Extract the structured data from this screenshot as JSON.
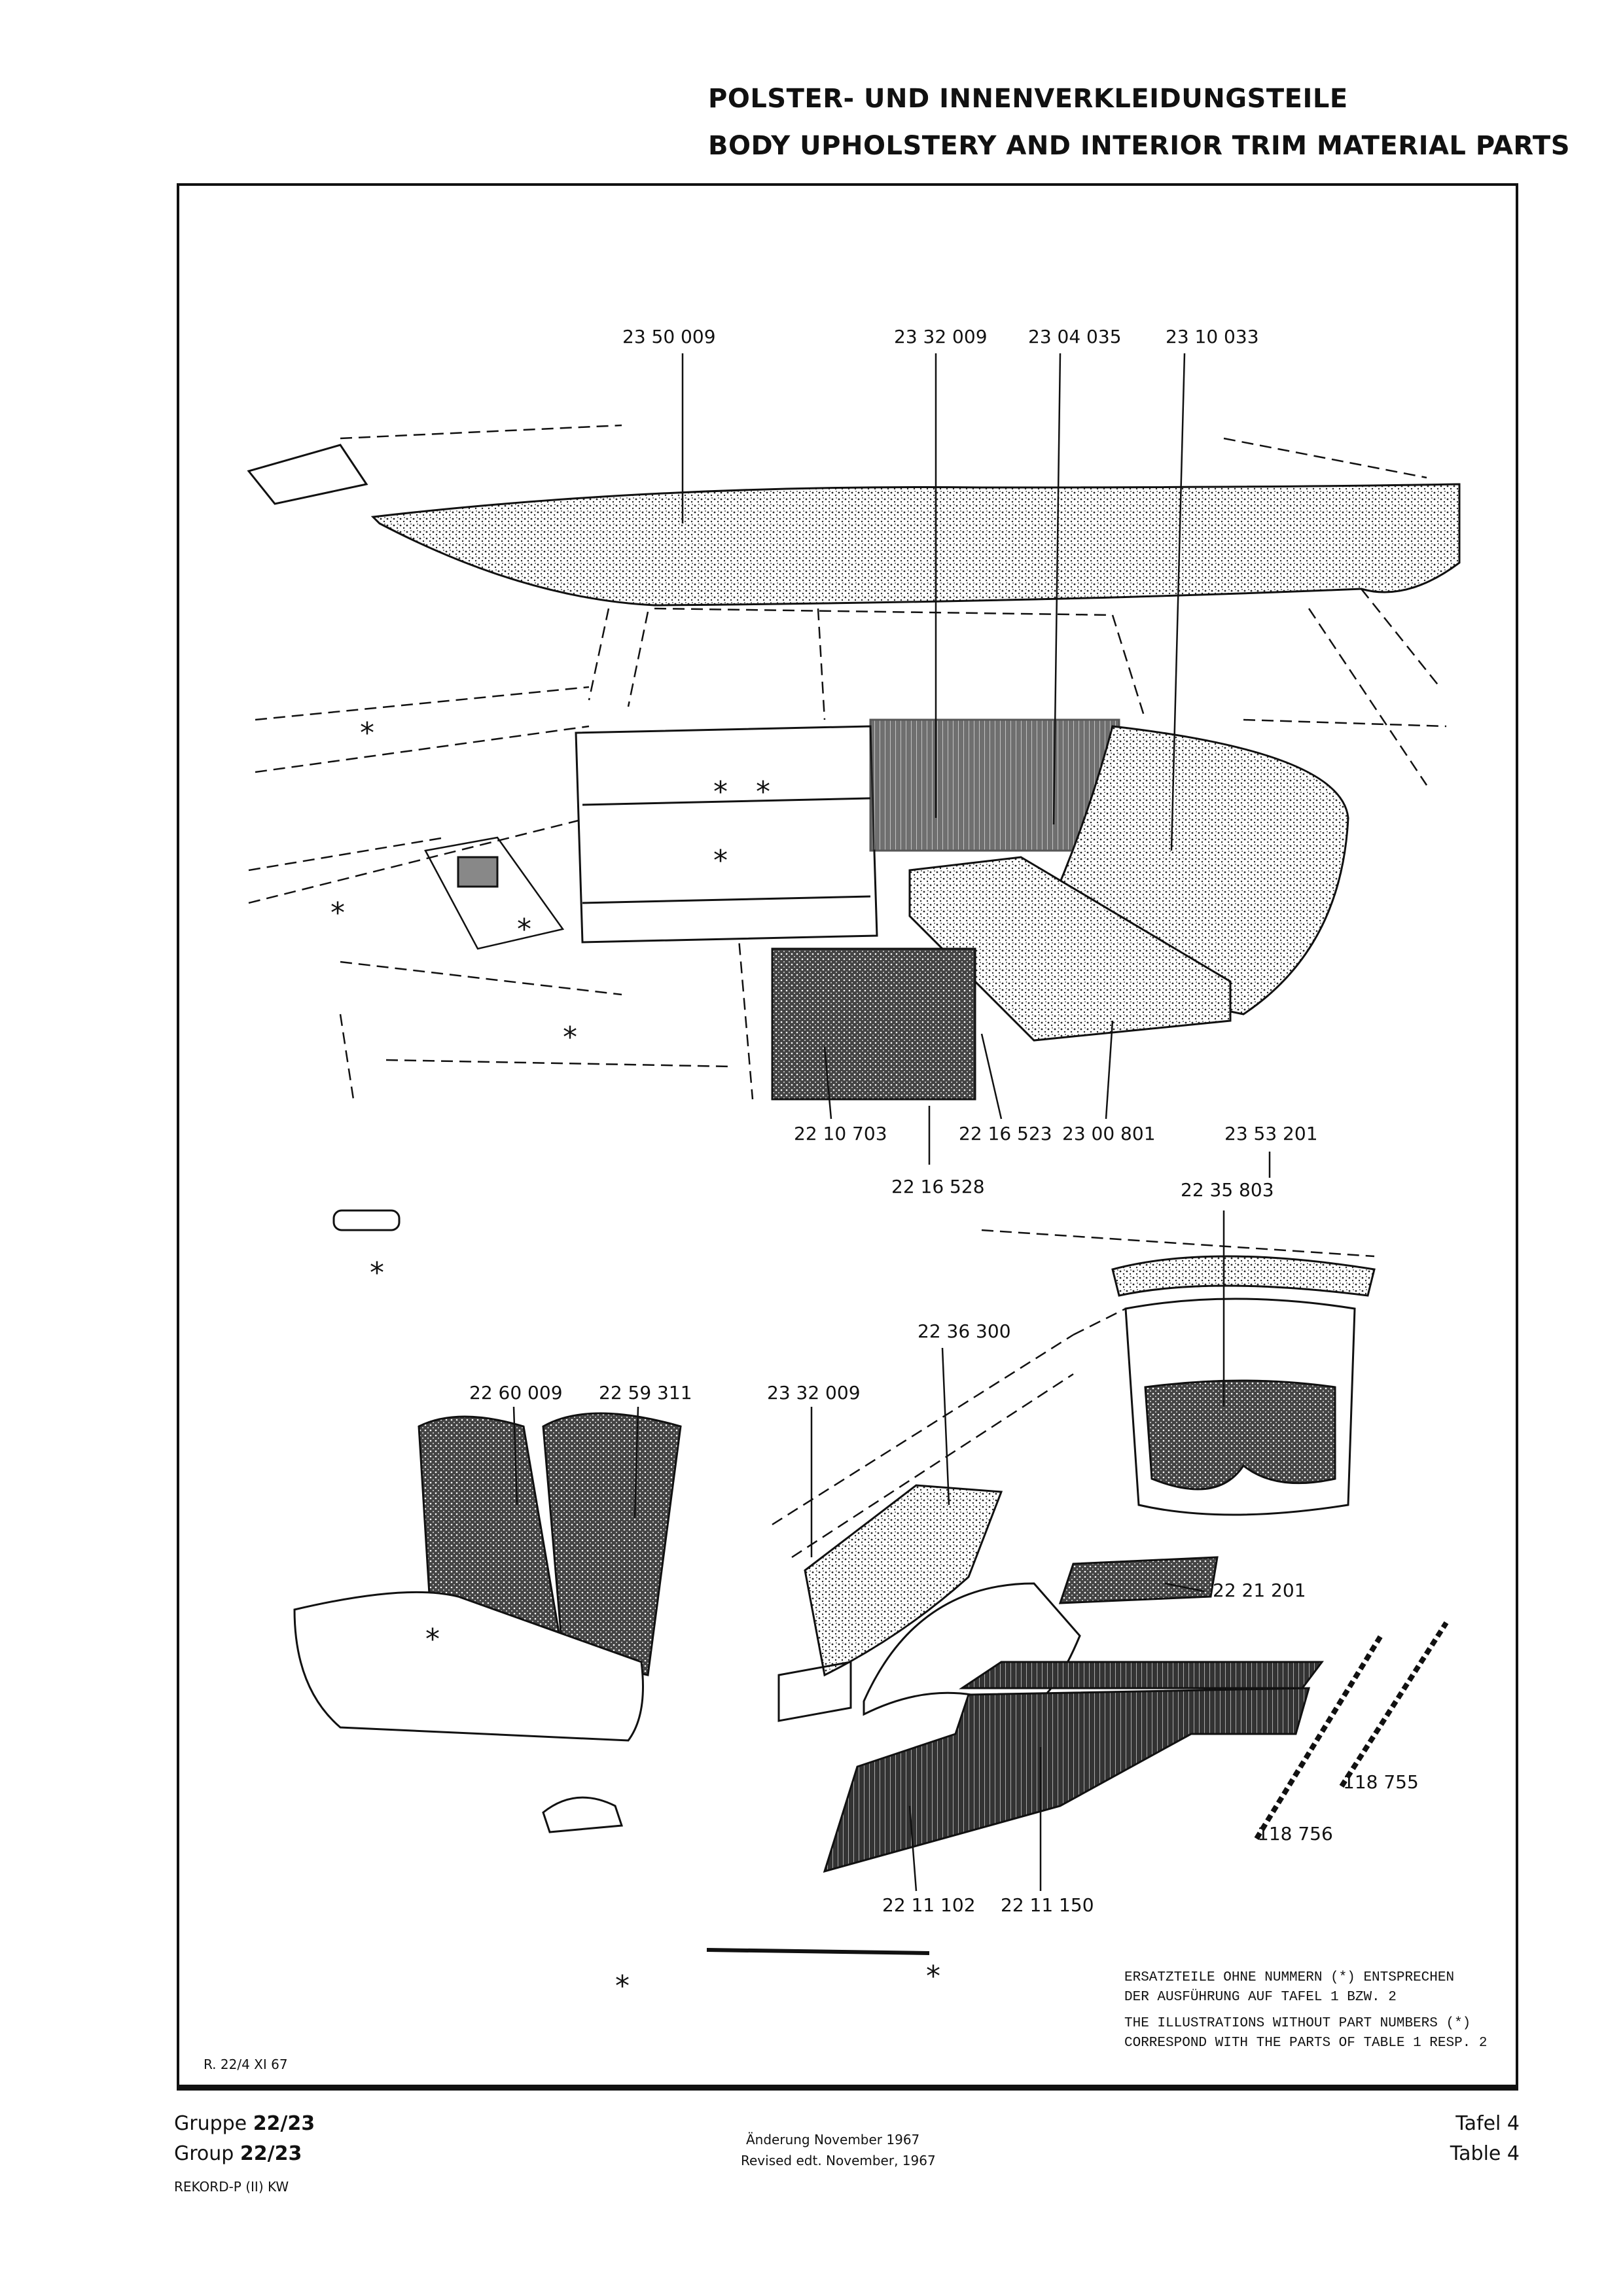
{
  "header": {
    "title_de": "POLSTER- UND INNENVERKLEIDUNGSTEILE",
    "title_en": "BODY UPHOLSTERY AND INTERIOR TRIM MATERIAL PARTS"
  },
  "part_numbers": {
    "headliner": "23 50 009",
    "rear_trim_upper": "23 32 009",
    "seat_back_upper": "23 04 035",
    "seat_back": "23 10 033",
    "floor_cover_front": "22 10 703",
    "floor_mat_a": "22 16 523",
    "seat_cushion": "23 00 801",
    "tailgate_upper": "23 53 201",
    "floor_mat_b": "22 16 528",
    "tailgate_trim": "22 35 803",
    "quarter_trim": "22 36 300",
    "front_seat_back_left": "22 60 009",
    "front_seat_back_right": "22 59 311",
    "rear_trim_lower": "23 32 009",
    "cargo_mat_small": "22 21 201",
    "strip_a": "118 755",
    "strip_b": "118 756",
    "cargo_mat_left": "22 11 102",
    "cargo_mat_right": "22 11 150"
  },
  "marker": "*",
  "notes": {
    "de_line1": "ERSATZTEILE OHNE NUMMERN (*) ENTSPRECHEN",
    "de_line2": "DER AUSFÜHRUNG AUF TAFEL 1 BZW. 2",
    "en_line1": "THE ILLUSTRATIONS WITHOUT PART NUMBERS (*)",
    "en_line2": "CORRESPOND WITH THE PARTS OF TABLE 1 RESP. 2"
  },
  "drawing_ref": "R. 22/4 XI 67",
  "footer": {
    "gruppe_label": "Gruppe",
    "gruppe_value": "22/23",
    "group_label": "Group",
    "group_value": "22/23",
    "model": "REKORD-P (II) KW",
    "revision_de": "Änderung November 1967",
    "revision_en": "Revised edt. November, 1967",
    "tafel": "Tafel 4",
    "table": "Table 4"
  }
}
